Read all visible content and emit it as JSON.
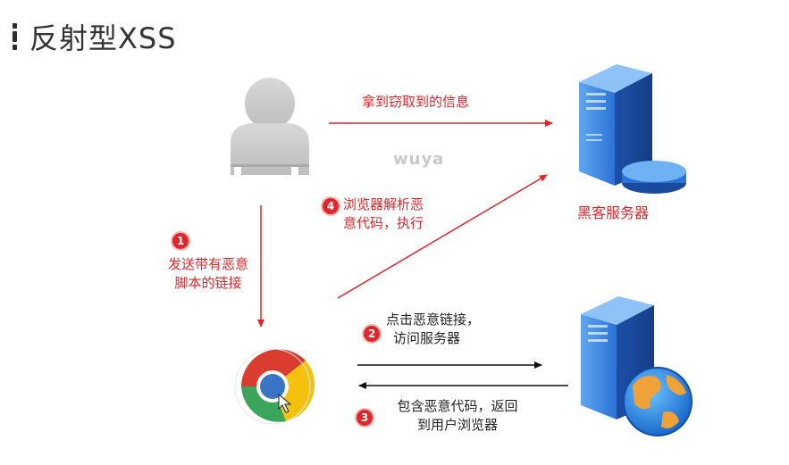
{
  "title": "反射型XSS",
  "watermark": "wuya",
  "labels": {
    "steal_info": "拿到窃取到的信息",
    "hacker_server": "黑客服务器",
    "step1_line1": "发送带有恶意",
    "step1_line2": "脚本的链接",
    "step2_line1": "点击恶意链接，",
    "step2_line2": "访问服务器",
    "step3_line1": "包含恶意代码，返回",
    "step3_line2": "到用户浏览器",
    "step4_line1": "浏览器解析恶",
    "step4_line2": "意代码，执行"
  },
  "badges": {
    "b1": "1",
    "b2": "2",
    "b3": "3",
    "b4": "4"
  },
  "colors": {
    "accent_red": "#e0262a",
    "server_blue": "#2b73d6",
    "user_gray": "#c8c8c8"
  },
  "icons": {
    "user": "user-icon",
    "hacker_server": "server-icon",
    "browser": "chrome-browser-icon",
    "web_server": "web-server-globe-icon"
  }
}
